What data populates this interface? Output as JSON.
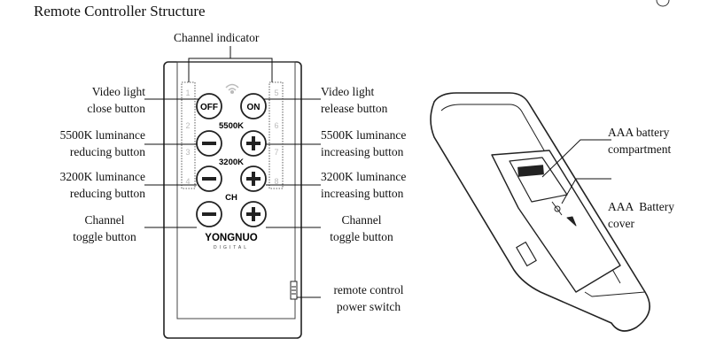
{
  "title": "Remote Controller Structure",
  "remote": {
    "off_label": "OFF",
    "on_label": "ON",
    "k5500_label": "5500K",
    "k3200_label": "3200K",
    "ch_label": "CH",
    "brand": "YONGNUO",
    "brand_sub": "DIGITAL",
    "channel_numbers_left": [
      "1",
      "2",
      "3",
      "4"
    ],
    "channel_numbers_right": [
      "5",
      "6",
      "7",
      "8"
    ]
  },
  "labels": {
    "channel_indicator": "Channel indicator",
    "video_light_close": [
      "Video light",
      "close button"
    ],
    "video_light_release": [
      "Video light",
      "release button"
    ],
    "k5500_reduce": [
      "5500K luminance",
      "reducing button"
    ],
    "k5500_increase": [
      "5500K luminance",
      "increasing button"
    ],
    "k3200_reduce": [
      "3200K luminance",
      "reducing button"
    ],
    "k3200_increase": [
      "3200K luminance",
      "increasing button"
    ],
    "channel_toggle_left": [
      "Channel",
      "toggle button"
    ],
    "channel_toggle_right": [
      "Channel",
      "toggle button"
    ],
    "power_switch": [
      "remote control",
      "power switch"
    ],
    "battery_compartment": [
      "AAA battery",
      "compartment"
    ],
    "battery_cover": [
      "AAA  Battery",
      "cover"
    ]
  }
}
